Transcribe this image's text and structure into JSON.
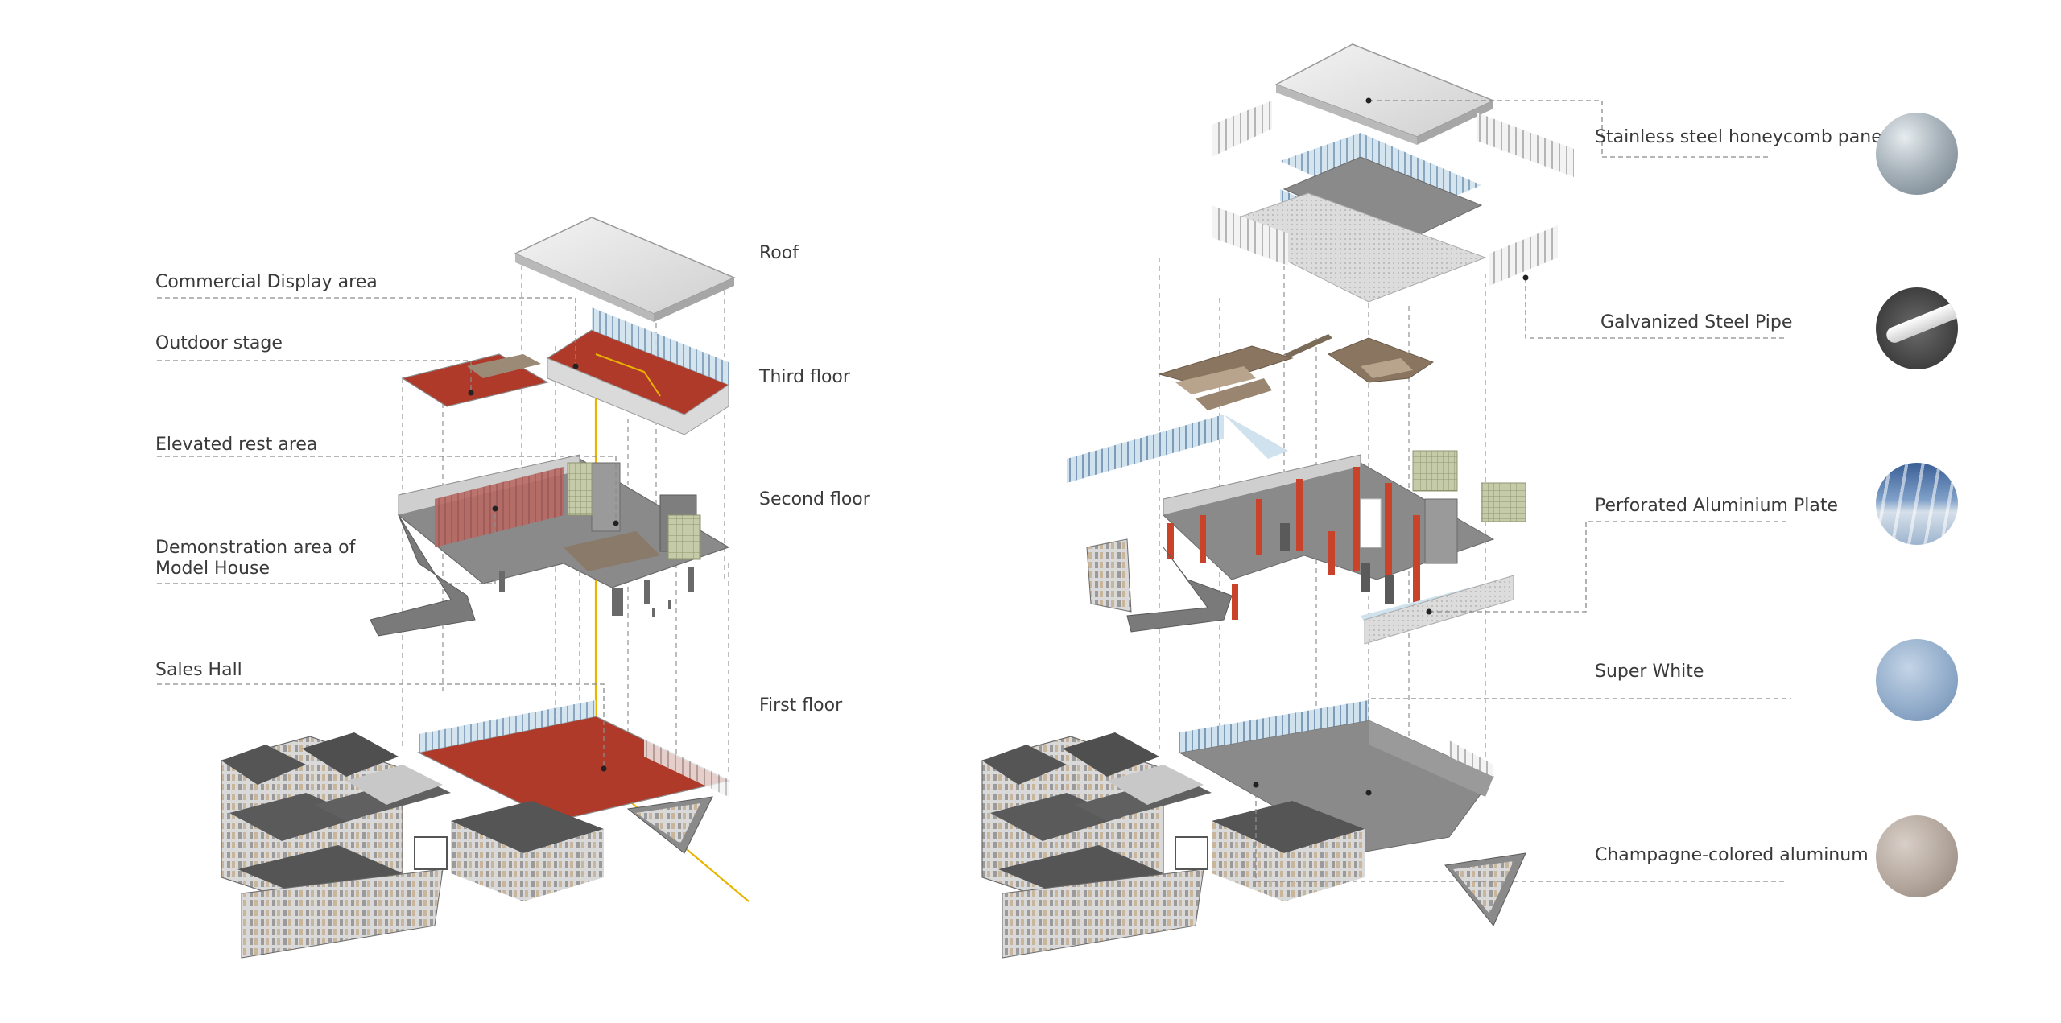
{
  "left_axon": {
    "floor_labels": {
      "roof": "Roof",
      "third": "Third floor",
      "second": "Second floor",
      "first": "First floor"
    },
    "area_labels": {
      "commercial": "Commercial Display area",
      "outdoor": "Outdoor stage",
      "elevated": "Elevated rest area",
      "demo_line1": "Demonstration area of",
      "demo_line2": "Model House",
      "sales": "Sales Hall"
    }
  },
  "right_axon": {
    "materials": {
      "steel": "Stainless steel honeycomb pane",
      "pipe": "Galvanized Steel Pipe",
      "perforated": "Perforated Aluminium Plate",
      "white": "Super White",
      "champagne": "Champagne-colored aluminum"
    },
    "swatch_icons": [
      "steel-texture",
      "pipe-texture",
      "perforated-facade-texture",
      "glass-texture",
      "champagne-metal-texture"
    ]
  },
  "colors": {
    "accent_red": "#b03a2a",
    "circulation_yellow": "#e8b400",
    "slab_gray": "#8a8a8a",
    "glass_blue": "#9fc3dc",
    "leader_gray": "#8a8a8a",
    "structure_red": "#c8432a",
    "mesh_green": "#b7bd9a",
    "wood_brown": "#8a7560"
  }
}
